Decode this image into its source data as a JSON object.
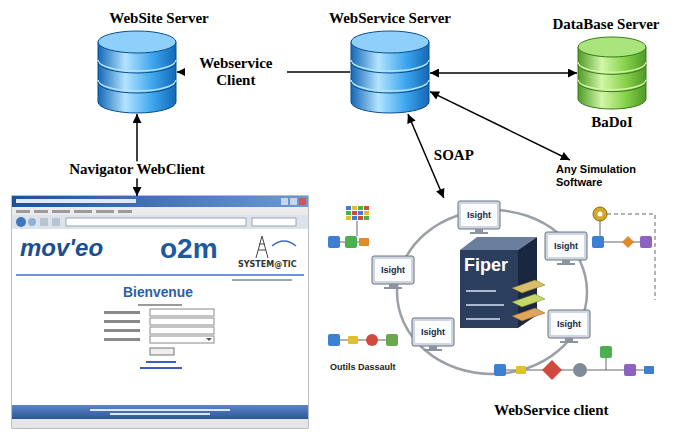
{
  "diagram": {
    "nodes": [
      {
        "text": [
          "WebSite Server"
        ]
      },
      {
        "text": [
          "WebService Server"
        ]
      },
      {
        "text": [
          "DataBase Server",
          "BaDoI"
        ]
      },
      {
        "text": [
          "mov'eo",
          "o2m",
          "SYSTEM@TIC",
          "Bienvenue"
        ]
      },
      {
        "text": [
          "Outils Dassault",
          "WebService client"
        ]
      },
      {
        "text": [
          "Any Simulation Software"
        ]
      }
    ],
    "edges": [
      {
        "from": 1,
        "to": 0,
        "arrow": "to",
        "label": "Webservice Client"
      },
      {
        "from": 1,
        "to": 2,
        "arrow": "both"
      },
      {
        "from": 0,
        "to": 3,
        "arrow": "both",
        "label": "Navigator WebClient"
      },
      {
        "from": 1,
        "to": 4,
        "arrow": "both",
        "label": "SOAP"
      },
      {
        "from": 1,
        "to": 5,
        "arrow": "both"
      }
    ],
    "labels": [
      "Fiper",
      "Isight",
      "Isight",
      "Isight",
      "Isight",
      "Isight"
    ]
  }
}
